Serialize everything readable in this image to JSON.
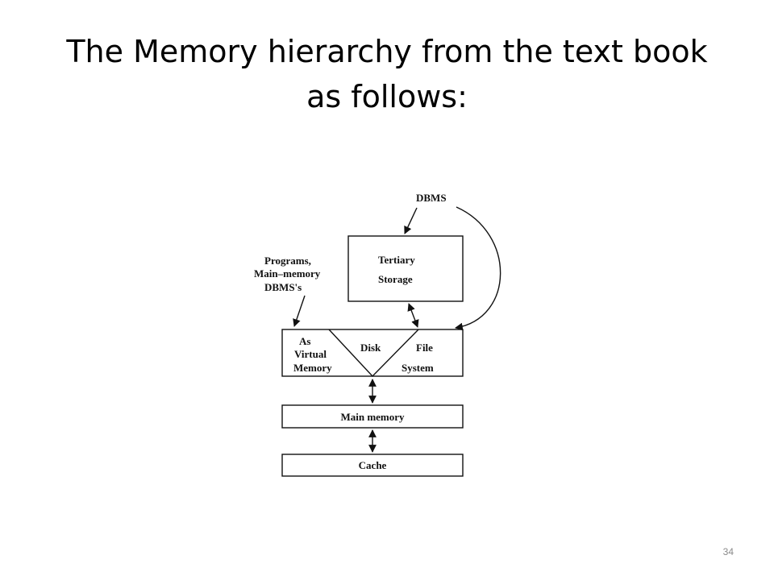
{
  "slide": {
    "title_line1": "The Memory hierarchy from the text book",
    "title_line2": "as follows:",
    "page_number": "34"
  },
  "diagram": {
    "dbms_label": "DBMS",
    "programs_label": [
      "Programs,",
      "Main–memory",
      "DBMS's"
    ],
    "tertiary_label": [
      "Tertiary",
      "Storage"
    ],
    "virtual_memory_label": [
      "As",
      "Virtual",
      "Memory"
    ],
    "disk_label": "Disk",
    "file_system_label": [
      "File",
      "System"
    ],
    "main_memory_label": "Main memory",
    "cache_label": "Cache"
  },
  "colors": {
    "background": "#ffffff",
    "text": "#000000",
    "line": "#111111",
    "page_number": "#8a8a8a"
  }
}
